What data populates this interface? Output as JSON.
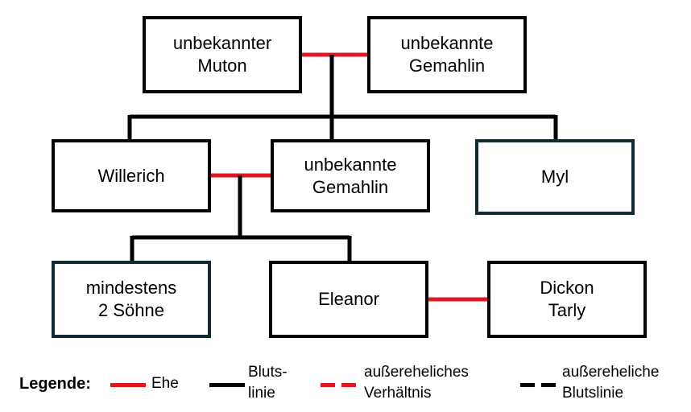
{
  "colors": {
    "marriage": "#e0171f",
    "bloodline": "#000000",
    "leaf_border": "#142a33"
  },
  "nodes": {
    "mutton": "unbekannter\nMuton",
    "spouse1": "unbekannte\nGemahlin",
    "willerich": "Willerich",
    "spouse2": "unbekannte\nGemahlin",
    "myl": "Myl",
    "sons": "mindestens\n2 Söhne",
    "eleanor": "Eleanor",
    "dickon": "Dickon\nTarly"
  },
  "legend": {
    "title": "Legende:",
    "marriage": "Ehe",
    "bloodline": "Bluts-\nlinie",
    "affair": "außereheliches\nVerhältnis",
    "illegitimate": "außereheliche\nBlutslinie"
  }
}
